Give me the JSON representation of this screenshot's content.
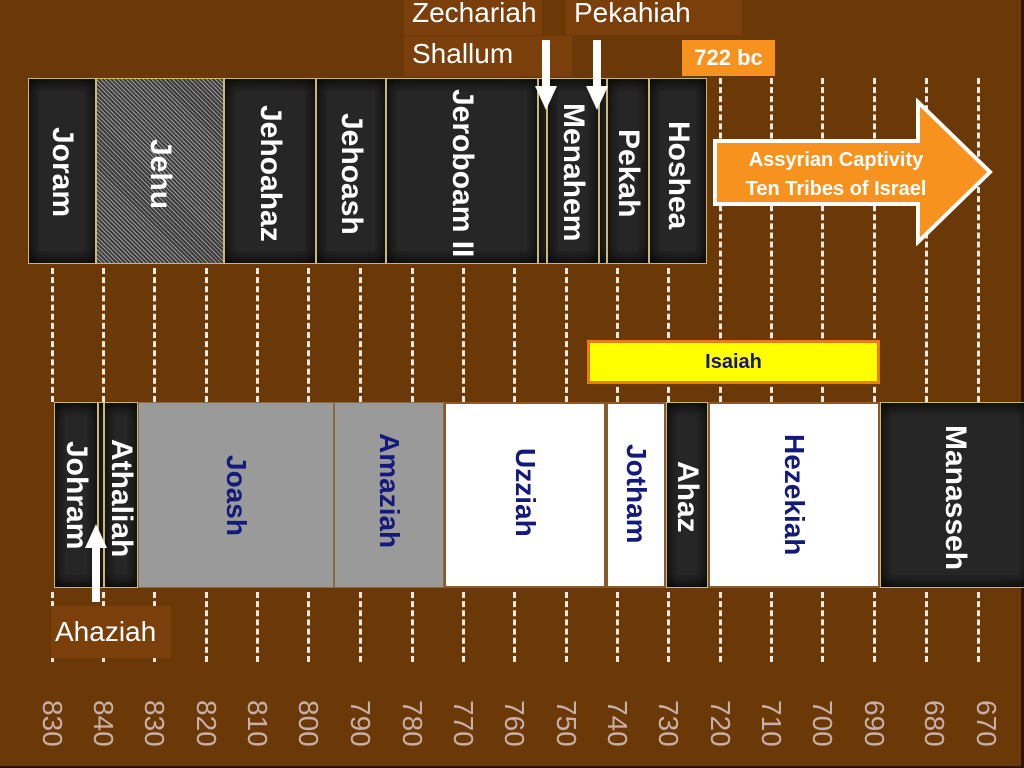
{
  "israel_kings": [
    "Joram",
    "Jehu",
    "Jehoahaz",
    "Jehoash",
    "Jeroboam II",
    "Menahem",
    "Pekah",
    "Hoshea"
  ],
  "judah_kings": [
    "Johram",
    "Athaliah",
    "Joash",
    "Amaziah",
    "Uzziah",
    "Jotham",
    "Ahaz",
    "Hezekiah",
    "Manasseh"
  ],
  "callouts": {
    "zechariah": "Zechariah",
    "shallum": "Shallum",
    "pekahiah": "Pekahiah",
    "ahaziah": "Ahaziah",
    "date_722": "722 bc"
  },
  "captivity": {
    "line1": "Assyrian Captivity",
    "line2": "Ten Tribes of Israel",
    "color": "#f8921e"
  },
  "prophet": {
    "label": "Isaiah",
    "color": "#ffff00",
    "border": "#e87d10"
  },
  "timeline_ticks": [
    "830",
    "840",
    "830",
    "820",
    "810",
    "800",
    "790",
    "780",
    "770",
    "760",
    "750",
    "740",
    "730",
    "720",
    "710",
    "700",
    "690",
    "680",
    "670"
  ]
}
